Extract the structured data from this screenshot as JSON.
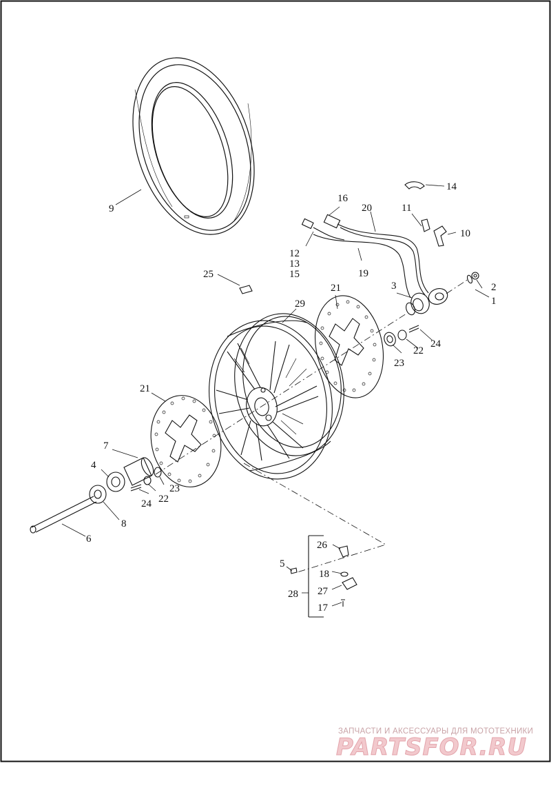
{
  "diagram": {
    "part_callouts": [
      {
        "id": "9",
        "label": "9"
      },
      {
        "id": "14",
        "label": "14"
      },
      {
        "id": "16",
        "label": "16"
      },
      {
        "id": "20",
        "label": "20"
      },
      {
        "id": "11",
        "label": "11"
      },
      {
        "id": "10",
        "label": "10"
      },
      {
        "id": "12",
        "label": "12"
      },
      {
        "id": "13",
        "label": "13"
      },
      {
        "id": "15",
        "label": "15"
      },
      {
        "id": "19",
        "label": "19"
      },
      {
        "id": "25",
        "label": "25"
      },
      {
        "id": "2",
        "label": "2"
      },
      {
        "id": "1",
        "label": "1"
      },
      {
        "id": "3",
        "label": "3"
      },
      {
        "id": "21a",
        "label": "21"
      },
      {
        "id": "29",
        "label": "29"
      },
      {
        "id": "22a",
        "label": "22"
      },
      {
        "id": "24a",
        "label": "24"
      },
      {
        "id": "23a",
        "label": "23"
      },
      {
        "id": "21b",
        "label": "21"
      },
      {
        "id": "7",
        "label": "7"
      },
      {
        "id": "4",
        "label": "4"
      },
      {
        "id": "23b",
        "label": "23"
      },
      {
        "id": "24b",
        "label": "24"
      },
      {
        "id": "22b",
        "label": "22"
      },
      {
        "id": "8",
        "label": "8"
      },
      {
        "id": "6",
        "label": "6"
      },
      {
        "id": "26",
        "label": "26"
      },
      {
        "id": "5",
        "label": "5"
      },
      {
        "id": "18",
        "label": "18"
      },
      {
        "id": "28",
        "label": "28"
      },
      {
        "id": "27",
        "label": "27"
      },
      {
        "id": "17",
        "label": "17"
      }
    ]
  },
  "watermark": {
    "tagline": "ЗАПЧАСТИ И АКСЕССУАРЫ ДЛЯ МОТОТЕХНИКИ",
    "logo_text": "PARTSFOR.RU"
  },
  "colors": {
    "line": "#111111",
    "watermark_light": "#f2c9cd",
    "watermark_text": "#c9a3a7"
  }
}
